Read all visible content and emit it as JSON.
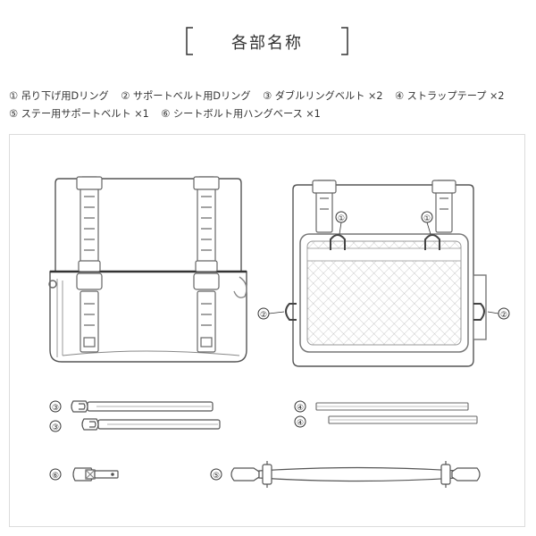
{
  "title": "各部名称",
  "parts": [
    {
      "num": "①",
      "label": "吊り下げ用Dリング"
    },
    {
      "num": "②",
      "label": "サポートベルト用Dリング"
    },
    {
      "num": "③",
      "label": "ダブルリングベルト ×2"
    },
    {
      "num": "④",
      "label": "ストラップテープ ×2"
    },
    {
      "num": "⑤",
      "label": "ステー用サポートベルト ×1"
    },
    {
      "num": "⑥",
      "label": "シートボルト用ハングベース ×1"
    }
  ],
  "callouts": {
    "d_ring_hang": "①",
    "d_ring_support": "②",
    "double_ring_belt": "③",
    "strap_tape": "④",
    "stay_support_belt": "⑤",
    "hang_base": "⑥"
  },
  "colors": {
    "line": "#555555",
    "dark": "#444444",
    "light": "#bbbbbb"
  }
}
